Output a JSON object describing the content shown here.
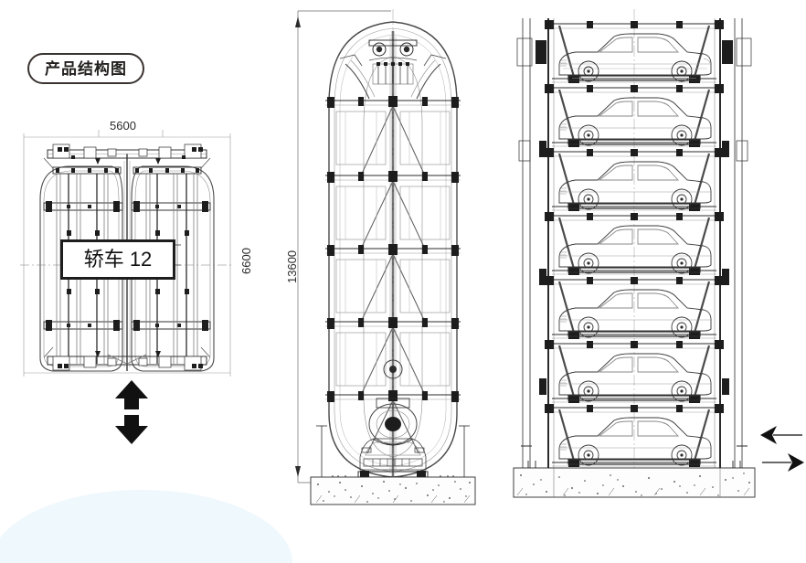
{
  "drawing": {
    "title_badge": {
      "label": "产品结构图"
    },
    "views": {
      "plan": {
        "name": "plan-view",
        "dimensions": {
          "width_label": "5600",
          "depth_label": "6600"
        },
        "callout_box": {
          "label": "轿车 12"
        },
        "motion_arrows": {
          "up": "arrow-up-icon",
          "down": "arrow-down-icon"
        }
      },
      "front_elevation": {
        "name": "front-elevation-view",
        "dimensions": {
          "height_label": "13600"
        },
        "ground": "concrete-foundation"
      },
      "side_elevation": {
        "name": "side-elevation-view",
        "car_levels": 7,
        "ground": "concrete-foundation",
        "rotation_arrows": {
          "left": "arrow-left-icon",
          "right": "arrow-right-icon"
        }
      }
    },
    "colors": {
      "line": "#2b2b2b",
      "line_light": "#8a8a8a",
      "ink": "#231f1e",
      "accent_pale": "#eff8fc",
      "paper": "#ffffff"
    }
  }
}
